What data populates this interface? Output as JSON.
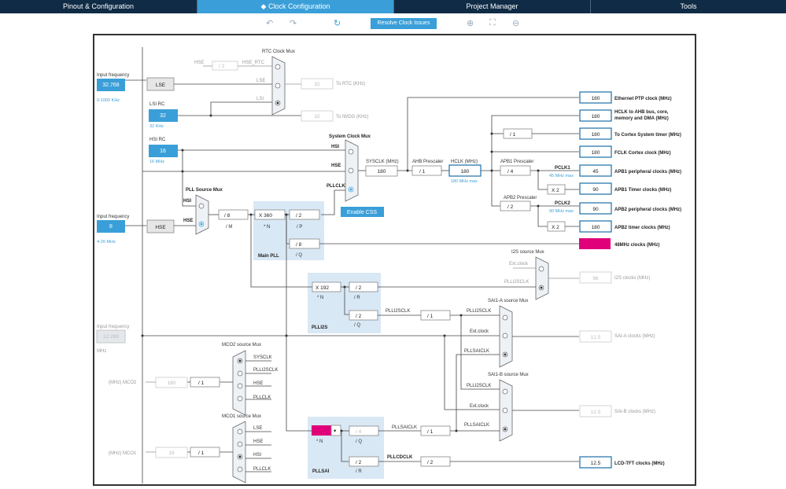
{
  "tabs": [
    {
      "label": "Pinout & Configuration"
    },
    {
      "label": "Clock Configuration"
    },
    {
      "label": "Project Manager"
    },
    {
      "label": "Tools"
    }
  ],
  "toolbar": {
    "resolve": "Resolve Clock Issues"
  },
  "labels": {
    "input_freq": "Input frequency",
    "lse_range": "0-1000 KHz",
    "lsi_rc": "LSI RC",
    "lsi_khz": "32 KHz",
    "hsi_rc": "HSI RC",
    "hsi_mhz": "16 MHz",
    "hse_range": "4-26 MHz",
    "mhz": "MHz",
    "rtc_mux": "RTC Clock Mux",
    "sys_mux": "System Clock Mux",
    "pll_src_mux": "PLL Source Mux",
    "main_pll": "Main PLL",
    "plli2s": "PLLI2S",
    "pllsai": "PLLSAI",
    "i2s_mux": "I2S source Mux",
    "saia_mux": "SAI1-A source Mux",
    "saib_mux": "SAI1-B source Mux",
    "mco2_mux": "MCO2 source Mux",
    "mco1_mux": "MCO1 source Mux",
    "to_rtc": "To RTC (KHz)",
    "to_iwdg": "To IWDG (KHz)",
    "sysclk_mhz": "SYSCLK (MHz)",
    "ahb_pre": "AHB Prescaler",
    "hclk_mhz": "HCLK (MHz)",
    "hclk_max": "180 MHz max",
    "apb1_pre": "APB1 Prescaler",
    "apb2_pre": "APB2 Prescaler",
    "pclk1": "PCLK1",
    "pclk1_max": "45 MHz max",
    "pclk2": "PCLK2",
    "pclk2_max": "90 MHz max",
    "enable_css": "Enable CSS",
    "hse": "HSE",
    "hse_rtc": "HSE_RTC",
    "lse": "LSE",
    "lsi": "LSI",
    "hsi": "HSI",
    "pllclk": "PLLCLK",
    "plli2sclk": "PLLI2SCLK",
    "pllsaiclk": "PLLSAICLK",
    "pllcdclk": "PLLCDCLK",
    "ext_clock": "Ext.clock",
    "sysclk": "SYSCLK",
    "m": "/ M",
    "n": "* N",
    "p": "/ P",
    "q": "/ Q",
    "r": "/ R",
    "mco2": "(MHz) MCO2",
    "mco1": "(MHz) MCO1"
  },
  "inputs": {
    "lse": "32.768",
    "lsi": "32",
    "hsi": "16",
    "hse": "8",
    "ext": "12.288"
  },
  "blocks": {
    "lse": "LSE",
    "hse": "HSE"
  },
  "values": {
    "hse_rtc_div": "/ 2",
    "rtc": "32",
    "iwdg": "32",
    "pll_m": "/ 8",
    "pll_n": "X 360",
    "pll_p": "/ 2",
    "pll_q": "/ 8",
    "sysclk": "180",
    "ahb": "/ 1",
    "hclk": "180",
    "cortex_div": "/ 1",
    "apb1": "/ 4",
    "apb2": "/ 2",
    "x2a": "X 2",
    "x2b": "X 2",
    "i2s_n": "X 192",
    "i2s_r": "/ 2",
    "i2s_q": "/ 2",
    "i2s_div": "/ 1",
    "sai_q": "/ 4",
    "sai_div": "/ 1",
    "sai_r": "/ 2",
    "lcd_div": "/ 2",
    "mco2_div": "/ 1",
    "mco2": "180",
    "mco1_div": "/ 1",
    "mco1": "16"
  },
  "outputs": [
    {
      "value": "180",
      "label": "Ethernet PTP clock (MHz)"
    },
    {
      "value": "180",
      "label": "HCLK to AHB bus, core,"
    },
    {
      "value": "180",
      "label": "To Cortex System timer (MHz)"
    },
    {
      "value": "180",
      "label": "FCLK Cortex clock (MHz)"
    },
    {
      "value": "45",
      "label": "APB1 peripheral clocks (MHz)"
    },
    {
      "value": "90",
      "label": "APB1 Timer clocks (MHz)"
    },
    {
      "value": "90",
      "label": "APB2 peripheral clocks (MHz)"
    },
    {
      "value": "180",
      "label": "APB2 timer clocks (MHz)"
    },
    {
      "value": "",
      "label": "48MHz clocks (MHz)"
    },
    {
      "value": "96",
      "label": "I2S clocks (MHz)"
    },
    {
      "value": "12.5",
      "label": "SAI-A clocks (MHz)"
    },
    {
      "value": "12.5",
      "label": "SAI-B clocks (MHz)"
    },
    {
      "value": "12.5",
      "label": "LCD-TFT clocks (MHz)"
    }
  ],
  "hclk_line2": "memory and DMA (MHz)",
  "colors": {
    "accent": "#3a9fd8",
    "nav": "#0f2b45",
    "error": "#e0007a"
  }
}
